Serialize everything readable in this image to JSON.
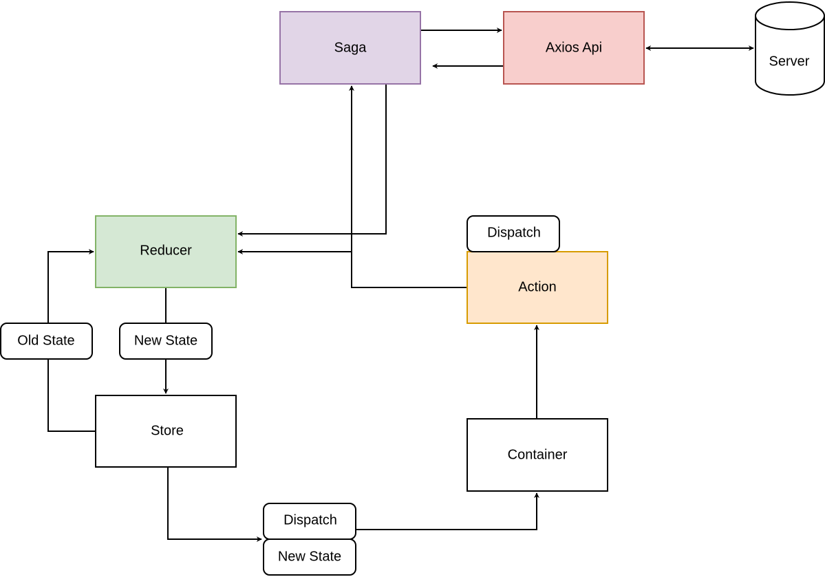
{
  "diagram": {
    "nodes": {
      "saga": {
        "label": "Saga",
        "fill": "#e1d5e7",
        "stroke": "#9673a6"
      },
      "axios": {
        "label": "Axios Api",
        "fill": "#f8cecc",
        "stroke": "#b85450"
      },
      "server": {
        "label": "Server",
        "fill": "#ffffff",
        "stroke": "#000000"
      },
      "reducer": {
        "label": "Reducer",
        "fill": "#d5e8d4",
        "stroke": "#82b366"
      },
      "action": {
        "label": "Action",
        "fill": "#ffe6cc",
        "stroke": "#d79b00"
      },
      "store": {
        "label": "Store",
        "fill": "#ffffff",
        "stroke": "#000000"
      },
      "container": {
        "label": "Container",
        "fill": "#ffffff",
        "stroke": "#000000"
      }
    },
    "labels": {
      "action_dispatch": "Dispatch",
      "old_state": "Old State",
      "reducer_new_state": "New State",
      "store_dispatch": "Dispatch",
      "store_new_state": "New State"
    }
  }
}
